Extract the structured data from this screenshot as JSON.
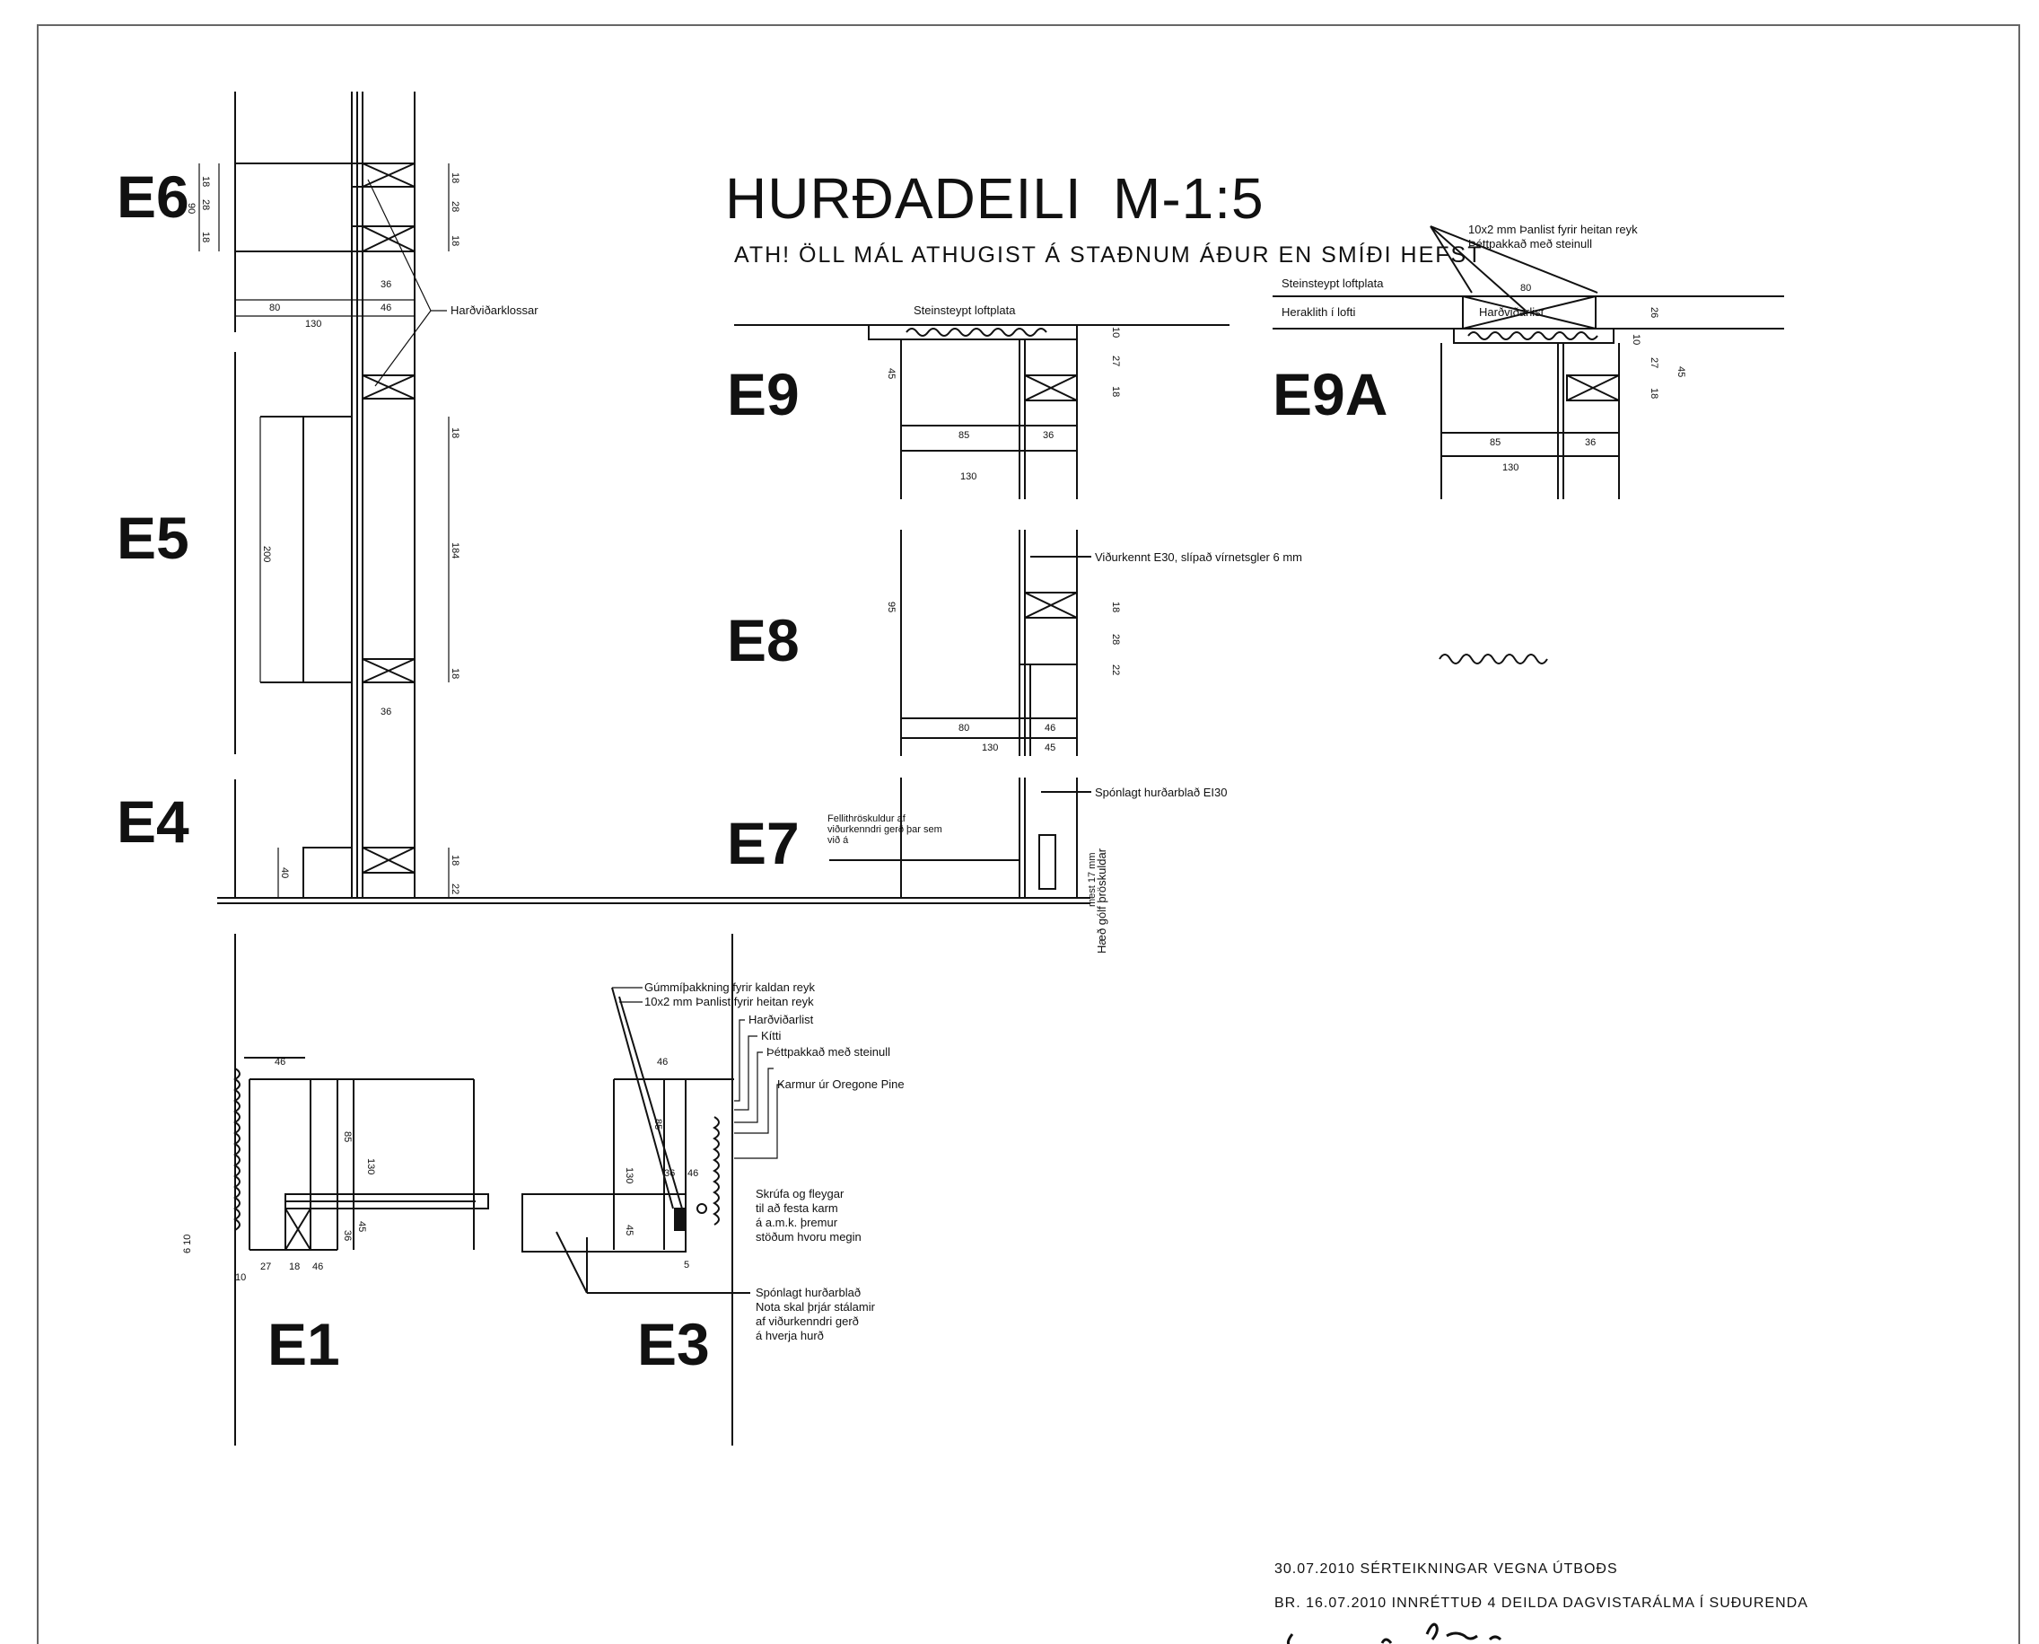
{
  "drawing": {
    "title": "HURÐADEILI",
    "scale": "M-1:5",
    "subtitle": "ATH!  ÖLL MÁL ATHUGIST Á STAÐNUM ÁÐUR EN SMÍÐI HEFST"
  },
  "details": {
    "e6": "E6",
    "e5": "E5",
    "e4": "E4",
    "e9": "E9",
    "e9a": "E9A",
    "e8": "E8",
    "e7": "E7",
    "e1": "E1",
    "e3": "E3"
  },
  "notes": {
    "hardvidarklossar": "Harðviðarklossar",
    "steinsteypt_loftplata": "Steinsteypt loftplata",
    "steinsteypt_loftplata_e9a": "Steinsteypt loftplata",
    "heraklith": "Heraklith í lofti",
    "panilistar_top": "10x2 mm Þanlist fyrir heitan reyk",
    "thettpakkad_top": "Þéttpakkað með steinull",
    "hardvidarlist_e9a": "Harðviðarlist",
    "vidurkennt_gler": "Viðurkennt E30, slípað vírnetsgler 6 mm",
    "sponlagt_e30": "Spónlagt hurðarblað EI30",
    "fellithroskuldur": "Fellithröskuldur af viðurkenndri gerð þar sem við á",
    "hæd": "Hæð gólf þröskuldar",
    "max": "mest 17 mm",
    "gummi": "Gúmmíþakkning fyrir kaldan reyk",
    "panilist": "10x2 mm Þanlist fyrir heitan reyk",
    "hardvidarlist": "Harðviðarlist",
    "kitti": "Kítti",
    "thettpakkad": "Þéttpakkað með steinull",
    "karmur": "Karmur úr Oregone Pine",
    "skrufa_1": "Skrúfa og fleygar",
    "skrufa_2": "til að festa karm",
    "skrufa_3": "á a.m.k. þremur",
    "skrufa_4": "stöðum hvoru megin",
    "sponlagt_1": "Spónlagt hurðarblað",
    "sponlagt_2": "Nota skal þrjár stálamir",
    "sponlagt_3": "af viðurkenndri gerð",
    "sponlagt_4": "á hverja hurð"
  },
  "revisions": {
    "line1": "30.07.2010  SÉRTEIKNINGAR VEGNA ÚTBOÐS",
    "line2": "BR. 16.07.2010  INNRÉTTUÐ 4 DEILDA DAGVISTARÁLMA Í SUÐURENDA"
  },
  "dimensions": {
    "d18": "18",
    "d28": "28",
    "d90": "90",
    "d36": "36",
    "d46": "46",
    "d130": "130",
    "d80": "80",
    "d200": "200",
    "d184": "184",
    "d40": "40",
    "d22": "22",
    "d45": "45",
    "d10": "10",
    "d27": "27",
    "d85": "85",
    "d26": "26",
    "d95": "95",
    "d5": "5",
    "d610": "6 10"
  }
}
